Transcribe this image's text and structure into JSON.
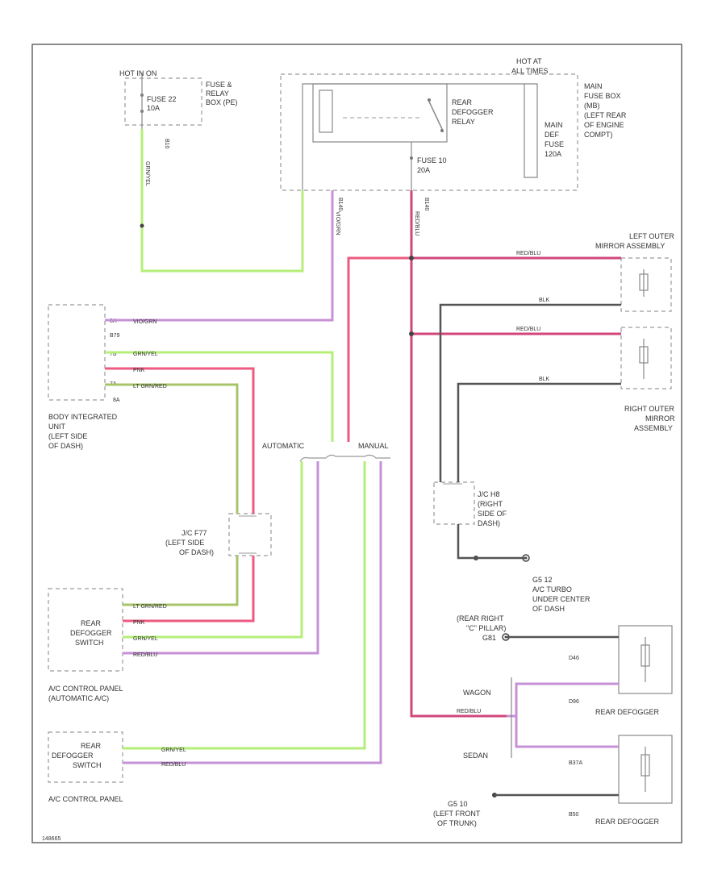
{
  "colors": {
    "green": "#b5ef7a",
    "lt_green": "#a8c46a",
    "pink": "#ee5a80",
    "red_blue": "#d1477a",
    "violet": "#c691d6",
    "black": "#555555",
    "frame": "#666666"
  },
  "labels": {
    "hot_run": "HOT IN ON",
    "fuse22": [
      "FUSE 22",
      "10A"
    ],
    "fuse_box_pe": [
      "FUSE &",
      "RELAY",
      "BOX (PE)"
    ],
    "hot_all_times": [
      "HOT AT",
      "ALL TIMES"
    ],
    "main_fuse_box": [
      "MAIN",
      "FUSE BOX",
      "(MB)",
      "(LEFT REAR",
      "OF ENGINE",
      "COMPT)"
    ],
    "relay": [
      "REAR",
      "DEFOGGER",
      "RELAY"
    ],
    "fuse10": [
      "FUSE 10",
      "20A"
    ],
    "mainfuse": [
      "MAIN",
      "DEF",
      "FUSE",
      "120A"
    ],
    "left_mirror": [
      "LEFT OUTER",
      "MIRROR ASSEMBLY"
    ],
    "right_mirror": [
      "RIGHT OUTER",
      "MIRROR",
      "ASSEMBLY"
    ],
    "biu": [
      "BODY INTEGRATED",
      "UNIT",
      "(LEFT SIDE",
      "OF DASH)"
    ],
    "biu_pins": [
      "8A",
      "B79",
      "7B",
      "7A",
      "8A"
    ],
    "biu_wires": [
      "VIO/GRN",
      "GRN/YEL",
      "PNK",
      "LT GRN/RED"
    ],
    "jc_left": [
      "J/C F77",
      "(LEFT SIDE",
      "OF DASH)"
    ],
    "jc_right": [
      "J/C H8",
      "(RIGHT",
      "SIDE OF",
      "DASH)"
    ],
    "automatic": "AUTOMATIC",
    "manual": "MANUAL",
    "rear_def_switch": [
      "REAR",
      "DEFOGGER",
      "SWITCH"
    ],
    "ac_auto": [
      "A/C CONTROL PANEL",
      "(AUTOMATIC A/C)"
    ],
    "sw_auto_wires": [
      "LT GRN/RED",
      "PNK",
      "GRN/YEL",
      "RED/BLU"
    ],
    "rear_def_switch_manual": [
      "REAR",
      "DEFOGGER",
      "SWITCH"
    ],
    "ac_manual": "A/C CONTROL PANEL",
    "sw_man_wires": [
      "GRN/YEL",
      "RED/BLU"
    ],
    "g512": [
      "G5 12",
      "A/C TURBO",
      "UNDER CENTER",
      "OF DASH"
    ],
    "g_rear_right": [
      "(REAR RIGHT",
      "\"C\" PILLAR)",
      "G81"
    ],
    "wagon": "WAGON",
    "sedan": "SEDAN",
    "rear_defogger": "REAR DEFOGGER",
    "g510": [
      "G5 10",
      "(LEFT FRONT",
      "OF TRUNK)"
    ],
    "wire_codes": [
      "GRN/YEL",
      "VIO/GRN",
      "RED/BLU",
      "BLK",
      "RED/BLU",
      "BLK"
    ],
    "conn": [
      "B10",
      "B140",
      "B140",
      "D46",
      "D96",
      "B37A",
      "B50"
    ],
    "footer_code": "148665"
  }
}
